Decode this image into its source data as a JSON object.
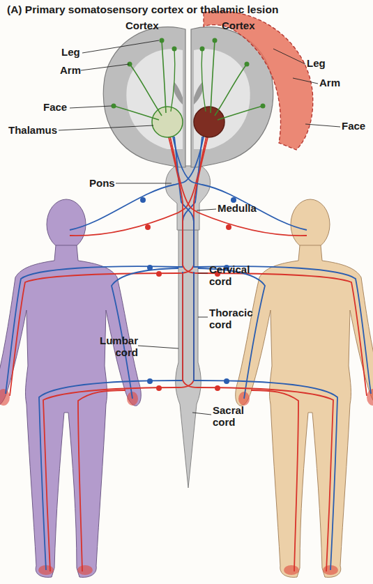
{
  "diagram": {
    "title": "(A) Primary somatosensory cortex or thalamic lesion",
    "labels": [
      "Cortex",
      "Cortex",
      "Leg",
      "Arm",
      "Face",
      "Leg",
      "Arm",
      "Face",
      "Thalamus",
      "Pons",
      "Medulla",
      "Cervical cord",
      "Thoracic cord",
      "Lumbar cord",
      "Sacral cord"
    ]
  }
}
